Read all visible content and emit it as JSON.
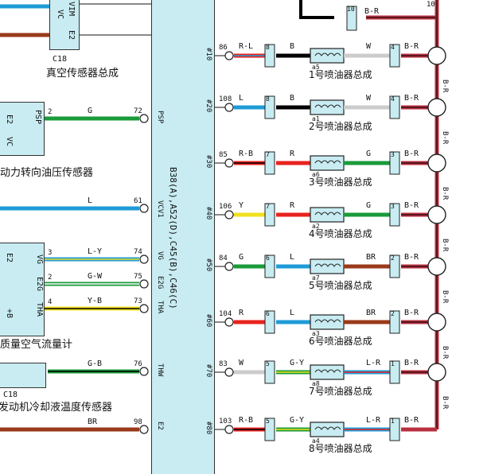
{
  "ecu": {
    "label": "B38(A),A52(D),C45(B),C46(C)",
    "side_labels": [
      "#10",
      "#20",
      "#30",
      "#40",
      "#50",
      "#60",
      "#70",
      "#80"
    ]
  },
  "left_components": [
    {
      "name": "真空传感器总成",
      "code": "C18",
      "pins": [
        "VC",
        "E2",
        "VIM"
      ]
    },
    {
      "name": "动力转向油压传感器",
      "code": "",
      "pins": [
        "E2",
        "VC",
        "PSP"
      ]
    },
    {
      "name": "质量空气流量计",
      "code": "",
      "pins": [
        "E2",
        "VG",
        "E2G",
        "THA",
        "+B"
      ]
    },
    {
      "name": "发动机冷却液温度传感器",
      "code": "C18",
      "pins": []
    }
  ],
  "left_wires": [
    {
      "color_code": "G",
      "signal": "PSP",
      "pin": "2",
      "ecu_pin": "72"
    },
    {
      "color_code": "L",
      "signal": "VCV1",
      "pin": "",
      "ecu_pin": "61"
    },
    {
      "color_code": "L-Y",
      "signal": "VG",
      "pin": "3",
      "ecu_pin": "74"
    },
    {
      "color_code": "G-W",
      "signal": "E2G",
      "pin": "2",
      "ecu_pin": "75"
    },
    {
      "color_code": "Y-B",
      "signal": "THA",
      "pin": "4",
      "ecu_pin": "73"
    },
    {
      "color_code": "G-B",
      "signal": "THW",
      "pin": "",
      "ecu_pin": "76"
    },
    {
      "color_code": "BR",
      "signal": "E2",
      "pin": "",
      "ecu_pin": "98"
    }
  ],
  "injectors": [
    {
      "label": "1号喷油器总成",
      "code": "a5",
      "wire_in": "R-L",
      "wire_mid": "B",
      "wire_out": "W",
      "ecu_pin": "86",
      "conn": "8",
      "out_pin": "4"
    },
    {
      "label": "2号喷油器总成",
      "code": "a1",
      "wire_in": "L",
      "wire_mid": "B",
      "wire_out": "W",
      "ecu_pin": "108",
      "conn": "8",
      "out_pin": "4"
    },
    {
      "label": "3号喷油器总成",
      "code": "a6",
      "wire_in": "R-B",
      "wire_mid": "R",
      "wire_out": "G",
      "ecu_pin": "85",
      "conn": "7",
      "out_pin": "3"
    },
    {
      "label": "4号喷油器总成",
      "code": "a2",
      "wire_in": "Y",
      "wire_mid": "R",
      "wire_out": "G",
      "ecu_pin": "106",
      "conn": "7",
      "out_pin": "3"
    },
    {
      "label": "5号喷油器总成",
      "code": "a7",
      "wire_in": "G",
      "wire_mid": "L",
      "wire_out": "BR",
      "ecu_pin": "84",
      "conn": "6",
      "out_pin": "2"
    },
    {
      "label": "6号喷油器总成",
      "code": "a3",
      "wire_in": "R",
      "wire_mid": "L",
      "wire_out": "BR",
      "ecu_pin": "104",
      "conn": "6",
      "out_pin": "2"
    },
    {
      "label": "7号喷油器总成",
      "code": "a8",
      "wire_in": "W",
      "wire_mid": "G-Y",
      "wire_out": "L-R",
      "ecu_pin": "83",
      "conn": "5",
      "out_pin": "1"
    },
    {
      "label": "8号喷油器总成",
      "code": "a4",
      "wire_in": "R-B",
      "wire_mid": "G-Y",
      "wire_out": "L-R",
      "ecu_pin": "103",
      "conn": "5",
      "out_pin": "1"
    }
  ],
  "common_wire": {
    "label": "B-R",
    "top_label": "10",
    "top_conn": "10"
  },
  "colors": {
    "box_fill": "#c8ecf2",
    "wire_G": "#1a9a3a",
    "wire_L": "#1e9bd7",
    "wire_R": "#e8231e",
    "wire_Y": "#f0e020",
    "wire_W": "#cccccc",
    "wire_BR": "#9a3a1a",
    "wire_B": "#000000",
    "wire_BR_common": "#b83040"
  }
}
